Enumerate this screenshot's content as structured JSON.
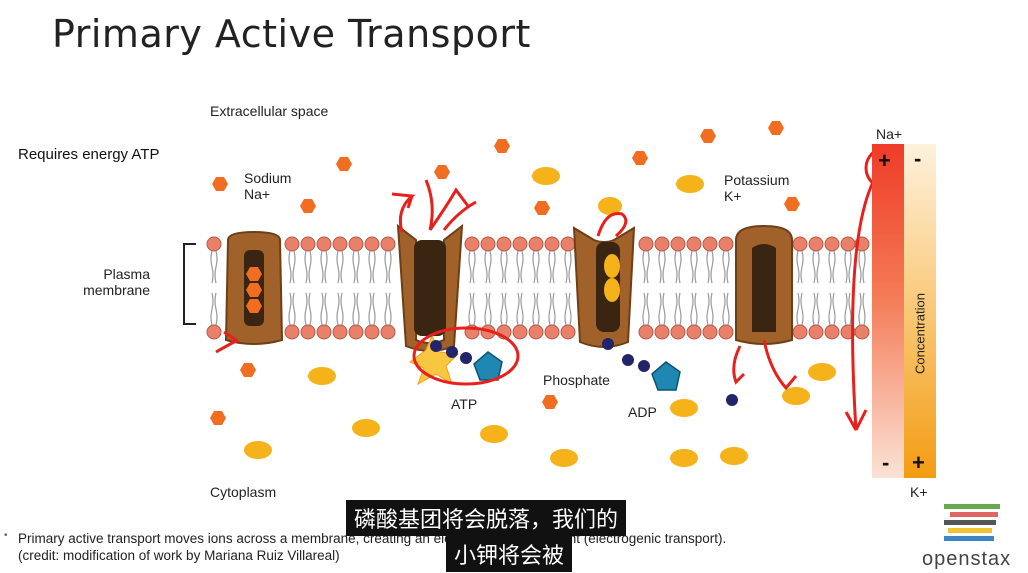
{
  "slide": {
    "title": "Primary Active Transport",
    "requirement": "Requires energy ATP"
  },
  "diagram": {
    "extracellular": "Extracellular space",
    "cytoplasm": "Cytoplasm",
    "sodium": {
      "name": "Sodium",
      "symbol": "Na+"
    },
    "potassium": {
      "name": "Potassium",
      "symbol": "K+"
    },
    "plasma_membrane": {
      "line1": "Plasma",
      "line2": "membrane"
    },
    "atp": "ATP",
    "adp": "ADP",
    "phosphate": "Phosphate",
    "gradient": {
      "top_ion": "Na+",
      "bottom_ion": "K+",
      "label": "Concentration",
      "plus": "+",
      "minus": "-"
    }
  },
  "caption": {
    "line1": "Primary active transport moves ions across a membrane, creating an electrochemical gradient (electrogenic transport).",
    "line2": "(credit: modification of work by Mariana Ruiz Villareal)"
  },
  "subtitles": {
    "line1": "磷酸基团将会脱落，我们的",
    "line2": "小钾将会被"
  },
  "logo": {
    "text": "openstax"
  },
  "colors": {
    "sodium": "#f06d22",
    "potassium": "#f5b21b",
    "protein": "#a0612b",
    "annotation": "#e8201c"
  }
}
